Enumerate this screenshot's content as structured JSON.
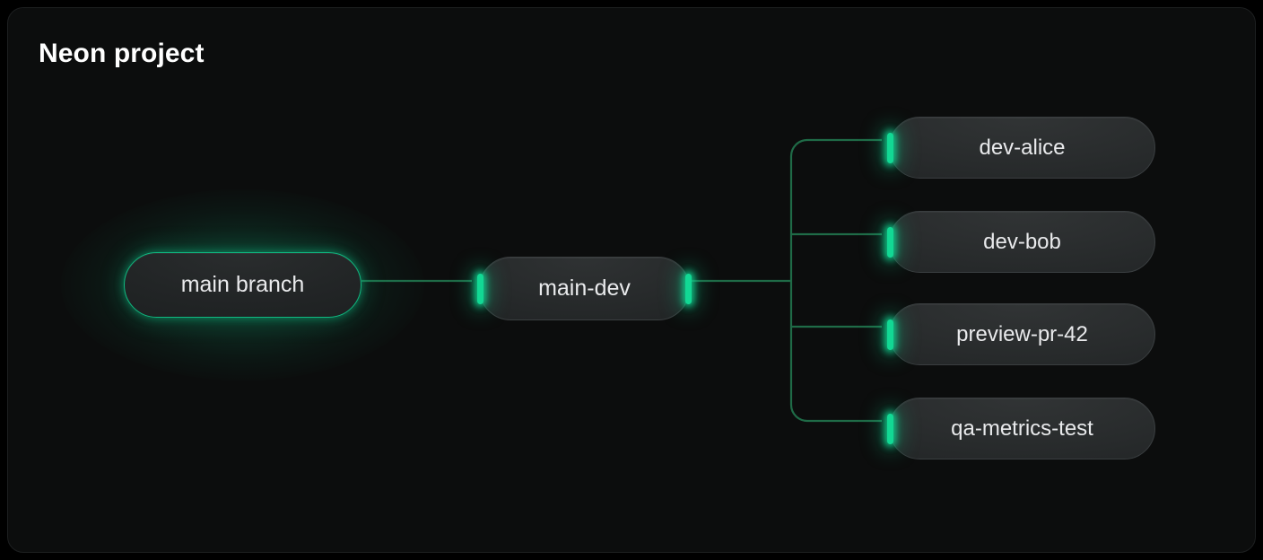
{
  "page": {
    "background": "#000000",
    "card_background": "#0c0d0d",
    "accent_green": "#10b981",
    "wire_green": "#1f6b47",
    "text_primary": "#ffffff",
    "node_text": "#e9eaec"
  },
  "card": {
    "title": "Neon project"
  },
  "graph": {
    "root": {
      "label": "main branch",
      "state": "highlighted"
    },
    "mid": {
      "label": "main-dev",
      "state": "default"
    },
    "children": [
      {
        "label": "dev-alice"
      },
      {
        "label": "dev-bob"
      },
      {
        "label": "preview-pr-42"
      },
      {
        "label": "qa-metrics-test"
      }
    ]
  }
}
